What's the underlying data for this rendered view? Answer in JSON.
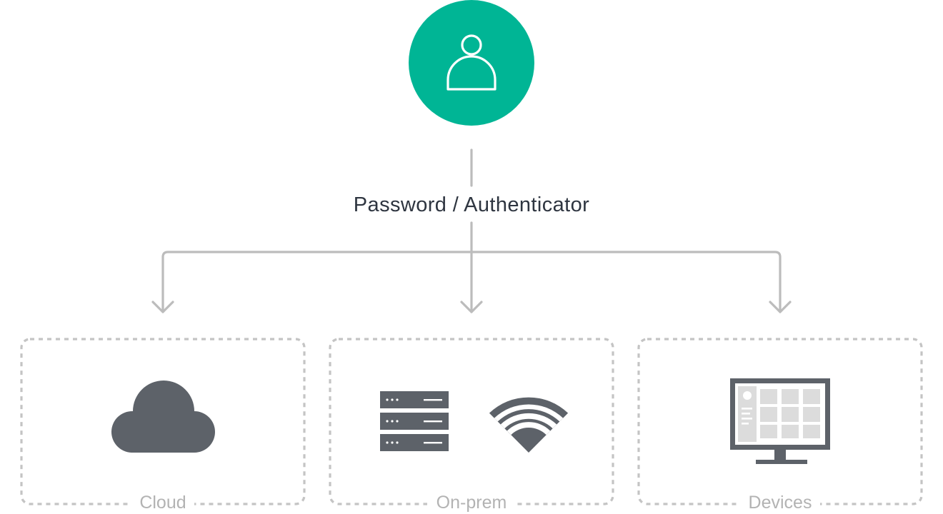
{
  "user": {
    "icon": "user-icon"
  },
  "flow": {
    "label": "Password / Authenticator"
  },
  "targets": [
    {
      "label": "Cloud",
      "icons": [
        "cloud-icon"
      ]
    },
    {
      "label": "On-prem",
      "icons": [
        "server-rack-icon",
        "wifi-icon"
      ]
    },
    {
      "label": "Devices",
      "icons": [
        "monitor-icon"
      ]
    }
  ],
  "colors": {
    "accent": "#00b595",
    "connector": "#bcbcbc",
    "box_border": "#c4c4c4",
    "icon": "#5d6269",
    "icon_light": "#dcdcdc",
    "label_dark": "#2e3540",
    "label_muted": "#b3b3b3"
  }
}
